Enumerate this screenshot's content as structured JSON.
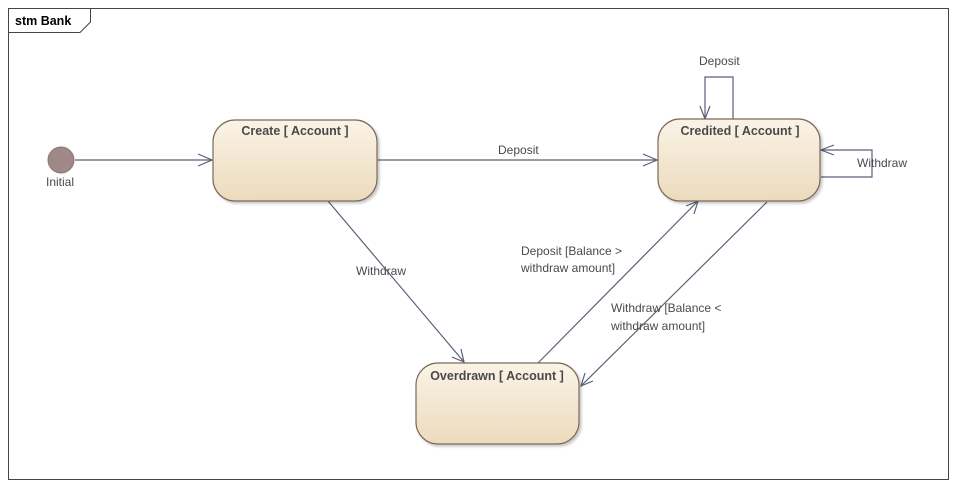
{
  "diagram": {
    "frame_label": "stm Bank",
    "initial_label": "Initial",
    "states": {
      "create": "Create [ Account ]",
      "credited": "Credited [ Account ]",
      "overdrawn": "Overdrawn [ Account ]"
    },
    "transitions": {
      "create_to_credited": "Deposit",
      "create_to_overdrawn": "Withdraw",
      "credited_self_deposit": "Deposit",
      "credited_self_withdraw": "Withdraw",
      "overdrawn_to_credited_line1": "Deposit [Balance >",
      "overdrawn_to_credited_line2": "withdraw amount]",
      "credited_to_overdrawn_line1": "Withdraw [Balance <",
      "credited_to_overdrawn_line2": "withdraw amount]"
    },
    "colors": {
      "state_fill_top": "#f8efe0",
      "state_fill_bottom": "#ecdcc0",
      "state_stroke": "#7a6a5a",
      "initial_fill": "#a08888",
      "edge": "#5a5f7a"
    }
  }
}
